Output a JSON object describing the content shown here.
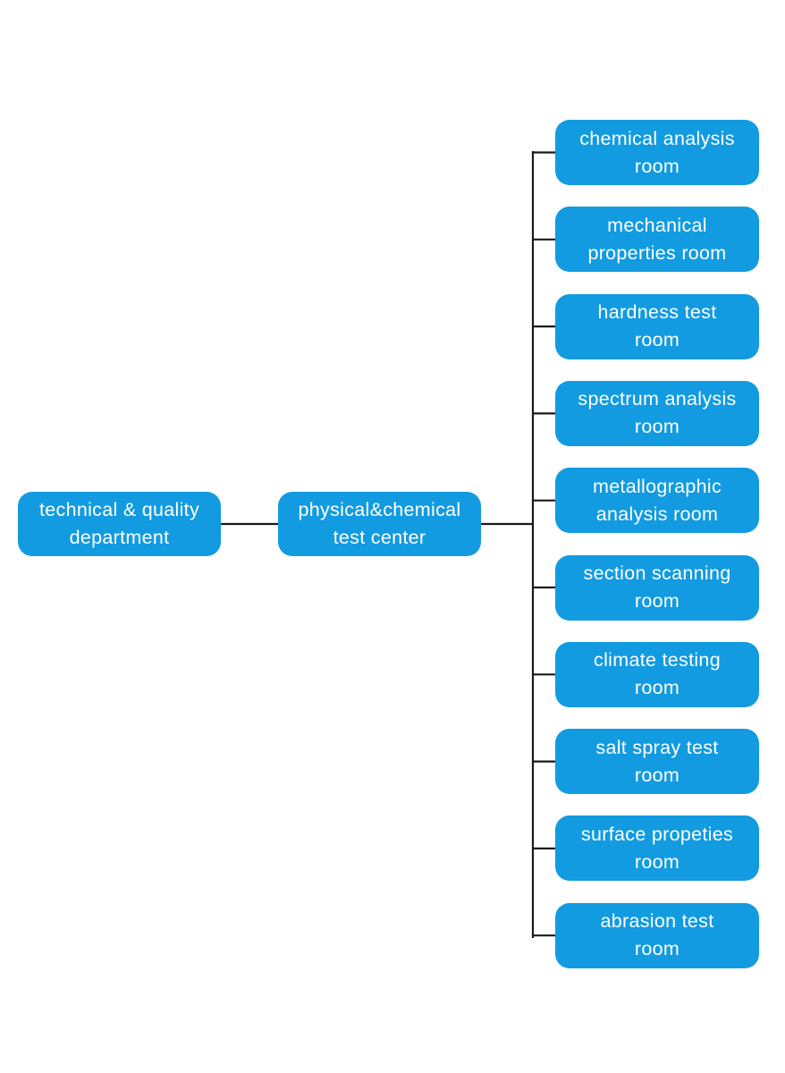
{
  "colors": {
    "node_fill": "#129be0",
    "node_text": "#ffffff",
    "connector": "#1a1a1a",
    "background": "#ffffff"
  },
  "root": {
    "line1": "technical & quality",
    "line2": "department"
  },
  "center": {
    "line1": "physical&chemical",
    "line2": "test center"
  },
  "rooms": [
    {
      "line1": "chemical analysis",
      "line2": "room"
    },
    {
      "line1": "mechanical",
      "line2": "properties room"
    },
    {
      "line1": "hardness test",
      "line2": "room"
    },
    {
      "line1": "spectrum analysis",
      "line2": "room"
    },
    {
      "line1": "metallographic",
      "line2": "analysis room"
    },
    {
      "line1": "section scanning",
      "line2": "room"
    },
    {
      "line1": "climate testing",
      "line2": "room"
    },
    {
      "line1": "salt spray test",
      "line2": "room"
    },
    {
      "line1": "surface propeties",
      "line2": "room"
    },
    {
      "line1": "abrasion test",
      "line2": "room"
    }
  ]
}
